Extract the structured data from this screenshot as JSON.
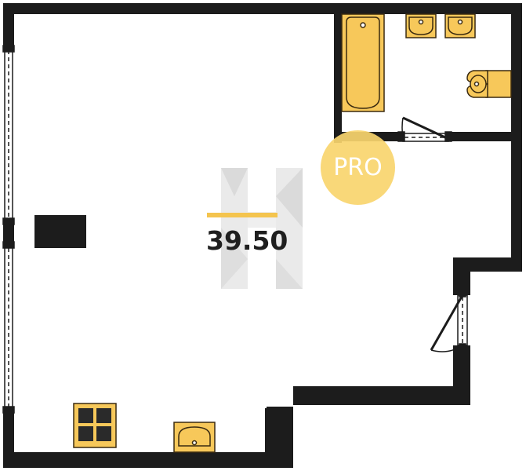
{
  "area": {
    "value": "39.50"
  },
  "badge": {
    "label": "PRO"
  },
  "colors": {
    "wall": "#1c1c1c",
    "fixture_fill": "#f7c85a",
    "fixture_stroke": "#3a2a10",
    "accent_line": "#f4c44e",
    "badge_fill": "#f9d56e",
    "watermark": "#c8c8c8"
  },
  "icons": [
    "bathtub-icon",
    "sink-icon",
    "toilet-icon",
    "stove-icon",
    "kitchen-sink-icon",
    "door-icon",
    "window-icon",
    "watermark-logo"
  ]
}
